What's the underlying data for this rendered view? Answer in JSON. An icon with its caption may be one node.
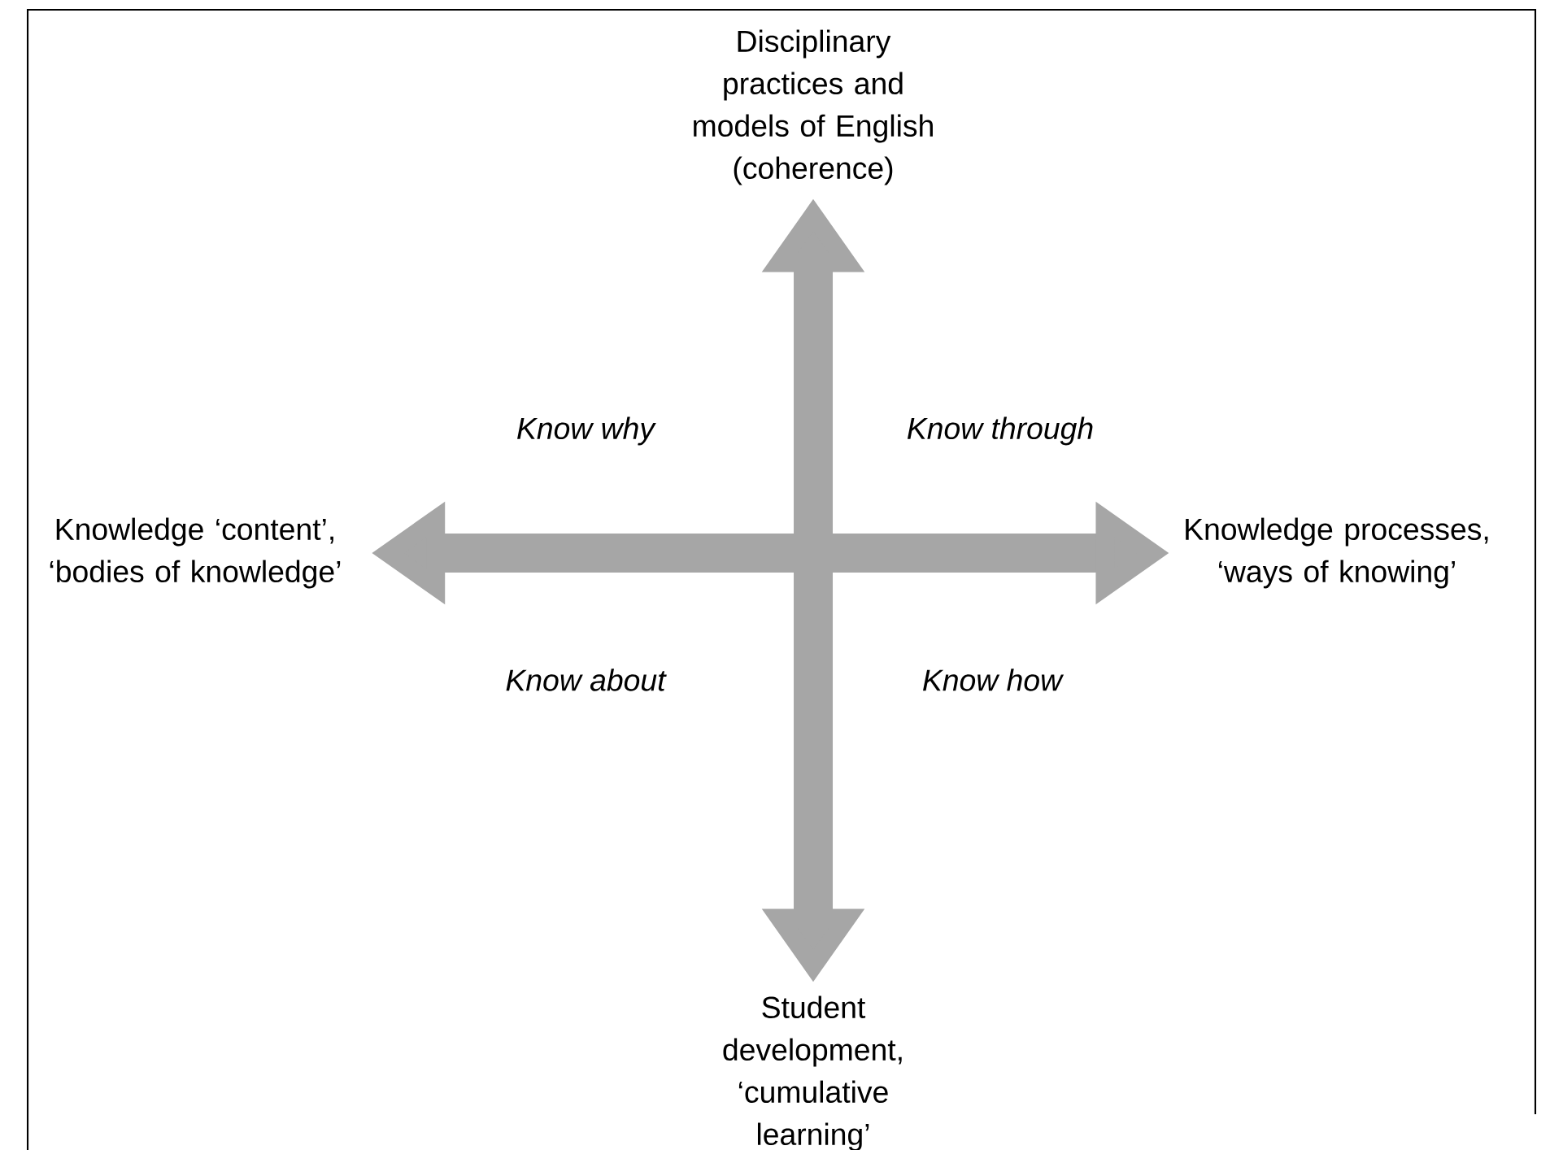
{
  "diagram": {
    "nodes": [
      {
        "text": [
          "Disciplinary practices and models of English (coherence)"
        ]
      },
      {
        "text": [
          "Knowledge ‘content’, ‘bodies of knowledge’"
        ]
      },
      {
        "text": [
          "Knowledge processes, ‘ways of knowing’"
        ]
      },
      {
        "text": [
          "Student development, ‘cumulative learning’"
        ]
      }
    ],
    "edges": [
      {
        "from": 0,
        "to": 3,
        "arrow": "both"
      },
      {
        "from": 1,
        "to": 2,
        "arrow": "both"
      }
    ],
    "labels": [
      "Know why",
      "Know through",
      "Know about",
      "Know how"
    ]
  }
}
